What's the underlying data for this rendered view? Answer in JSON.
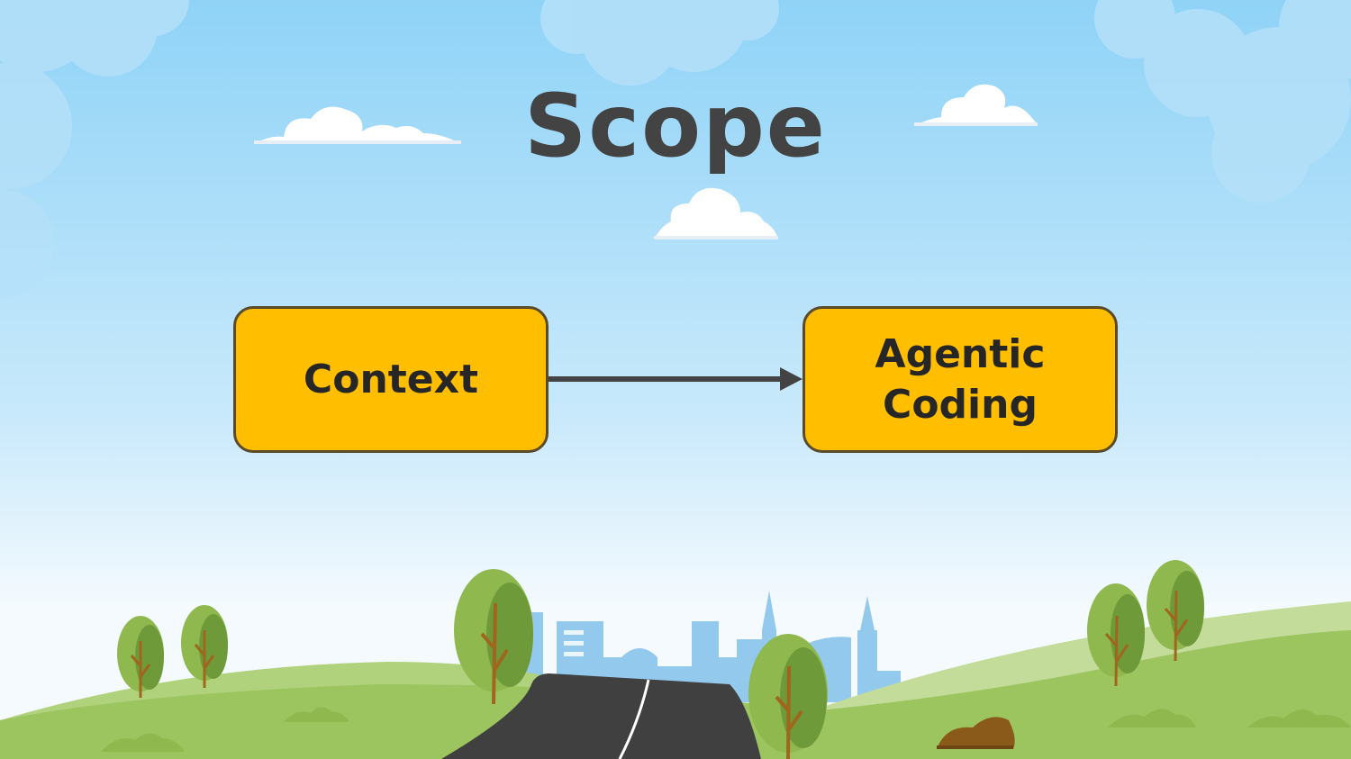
{
  "slide": {
    "title": "Scope"
  },
  "diagram": {
    "nodes": [
      {
        "id": "context",
        "label": "Context"
      },
      {
        "id": "agentic-coding",
        "label": "Agentic\nCoding"
      }
    ],
    "edges": [
      {
        "from": "context",
        "to": "agentic-coding"
      }
    ]
  },
  "colors": {
    "sky_top": "#8fd3f7",
    "sky_bottom": "#f4fafe",
    "node_fill": "#ffbf00",
    "node_border": "#5a4a2a",
    "title_text": "#434343",
    "arrow": "#434343",
    "grass": "#9cc45f",
    "grass_light": "#c4dc9a",
    "road": "#404040",
    "city": "#93c9ec",
    "tree_light": "#8fb84f",
    "tree_dark": "#6e9a3a",
    "trunk": "#a0661e",
    "rock": "#8a5a1a"
  },
  "icons": [
    "cloud-icon",
    "tree-icon",
    "city-skyline-icon",
    "road-icon",
    "rock-icon"
  ]
}
